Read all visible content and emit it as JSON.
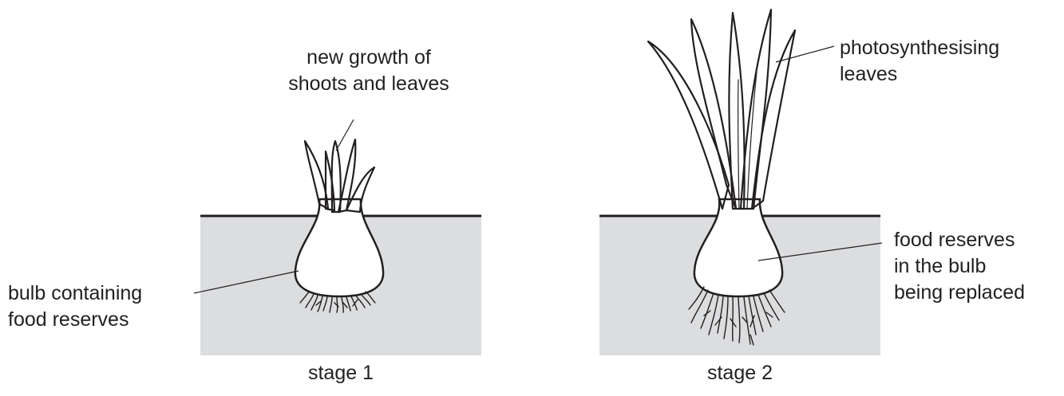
{
  "colors": {
    "soil": "#dcdddf",
    "ink": "#231f20",
    "background": "#ffffff"
  },
  "stage1": {
    "caption": "stage 1",
    "shoots_label": [
      "new growth of",
      "shoots and leaves"
    ],
    "bulb_label": [
      "bulb containing",
      "food reserves"
    ]
  },
  "stage2": {
    "caption": "stage 2",
    "leaves_label": [
      "photosynthesising",
      "leaves"
    ],
    "bulb_label": [
      "food reserves",
      "in the bulb",
      "being replaced"
    ]
  }
}
